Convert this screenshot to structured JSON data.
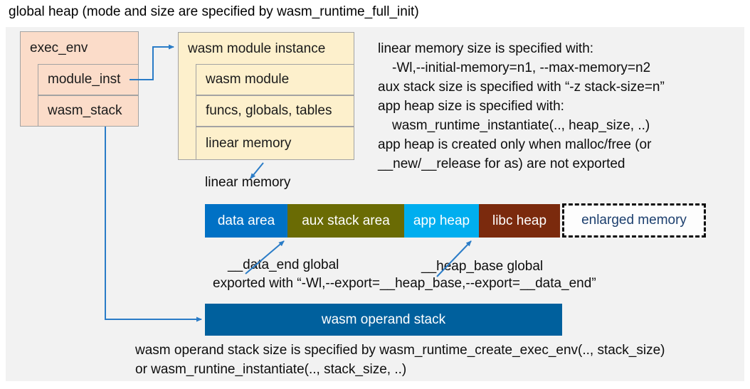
{
  "title": "global heap (mode and size are specified by wasm_runtime_full_init)",
  "exec_env": {
    "header": "exec_env",
    "rows": [
      "module_inst",
      "wasm_stack"
    ]
  },
  "wasm_module_instance": {
    "header": "wasm module instance",
    "rows": [
      "wasm module",
      "funcs, globals, tables",
      "linear memory"
    ]
  },
  "right_notes": {
    "lines": [
      "linear memory size is specified with:",
      "-Wl,--initial-memory=n1, --max-memory=n2",
      "aux stack size is specified with “-z stack-size=n”",
      "app heap size is specified with:",
      "wasm_runtime_instantiate(.., heap_size, ..)",
      "app heap is created only when malloc/free (or",
      "__new/__release for as) are not exported"
    ]
  },
  "linear_memory": {
    "label": "linear memory",
    "segments": [
      {
        "label": "data area",
        "color": "#0071c5"
      },
      {
        "label": "aux stack area",
        "color": "#6a6b04"
      },
      {
        "label": "app heap",
        "color": "#00aeef"
      },
      {
        "label": "libc heap",
        "color": "#7b2a0d"
      }
    ],
    "enlarged_memory_label": "enlarged memory"
  },
  "annotations": {
    "data_end": "__data_end global",
    "heap_base": "__heap_base global",
    "exported": "exported with “-Wl,--export=__heap_base,--export=__data_end”"
  },
  "operand_stack": {
    "label": "wasm operand stack",
    "color": "#00609d"
  },
  "bottom_notes": {
    "lines": [
      "wasm operand stack size is specified by wasm_runtime_create_exec_env(.., stack_size)",
      "or wasm_runtine_instantiate(.., stack_size, ..)"
    ]
  },
  "colors": {
    "canvas_bg": "#f2f2f2",
    "exec_env_fill": "#fbdcc9",
    "instance_fill": "#fdf0cc",
    "box_border": "#a3a3a3",
    "arrow_blue": "#2a7cc7",
    "enlarged_text": "#1c3f6e",
    "data_area": "#0071c5",
    "aux_stack_area": "#6a6b04",
    "app_heap": "#00aeef",
    "libc_heap": "#7b2a0d",
    "operand_stack": "#00609d"
  }
}
